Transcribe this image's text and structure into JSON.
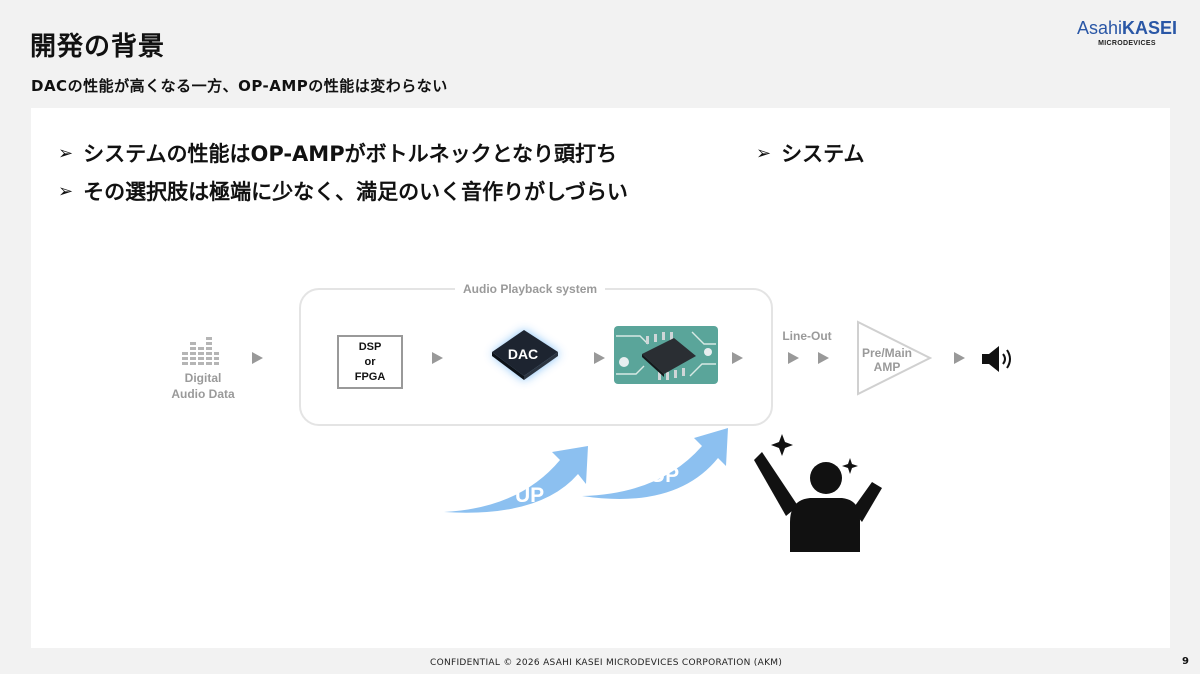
{
  "header": {
    "title": "開発の背景",
    "subtitle": "DACの性能が高くなる一方、OP-AMPの性能は変わらない"
  },
  "logo": {
    "brand_regular": "Asahi",
    "brand_bold": "KASEI",
    "sub": "MICRODEVICES"
  },
  "bullets": [
    {
      "mark": "➢",
      "text": "システムの性能はOP-AMPがボトルネックとなり頭打ち"
    },
    {
      "mark": "➢",
      "text": "その選択肢は極端に少なく、満足のいく音作りがしづらい"
    },
    {
      "mark": "➢",
      "text": "システム"
    }
  ],
  "diagram": {
    "digital_audio_data": "Digital\nAudio Data",
    "system_label": "Audio Playback system",
    "dsp_lines": [
      "DSP",
      "or",
      "FPGA"
    ],
    "dac_label": "DAC",
    "line_out": "Line-Out",
    "amp_label": "Pre/Main\nAMP",
    "up_labels": [
      "UP",
      "UP"
    ]
  },
  "colors": {
    "up_arrow": "#8cc0f0",
    "dac_glow": "#6fb6f5",
    "grey": "#999999"
  },
  "footer": {
    "text": "CONFIDENTIAL  © 2026  ASAHI KASEI MICRODEVICES CORPORATION (AKM)",
    "page": "9"
  }
}
